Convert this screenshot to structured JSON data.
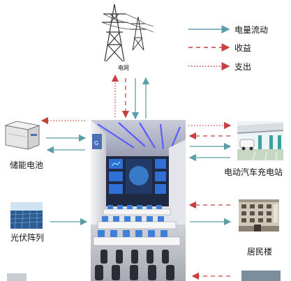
{
  "legend": {
    "items": [
      {
        "label": "电量流动",
        "style": "solid",
        "color": "#5a9ea8"
      },
      {
        "label": "收益",
        "style": "dashed",
        "color": "#c84040"
      },
      {
        "label": "支出",
        "style": "dotted",
        "color": "#c84040"
      }
    ]
  },
  "nodes": {
    "grid": {
      "label": "电网",
      "icon": "power-tower-icon"
    },
    "storage": {
      "label": "储能电池",
      "icon": "battery-cabinet-icon"
    },
    "solar": {
      "label": "光伏阵列",
      "icon": "solar-panel-icon"
    },
    "ev": {
      "label": "电动汽车充电站",
      "icon": "ev-charging-station-icon"
    },
    "residential": {
      "label": "居民楼",
      "icon": "residential-building-icon"
    },
    "center": {
      "label": "",
      "icon": "control-center-image"
    }
  },
  "colors": {
    "flow": "#5a9ea8",
    "money": "#c84040"
  }
}
